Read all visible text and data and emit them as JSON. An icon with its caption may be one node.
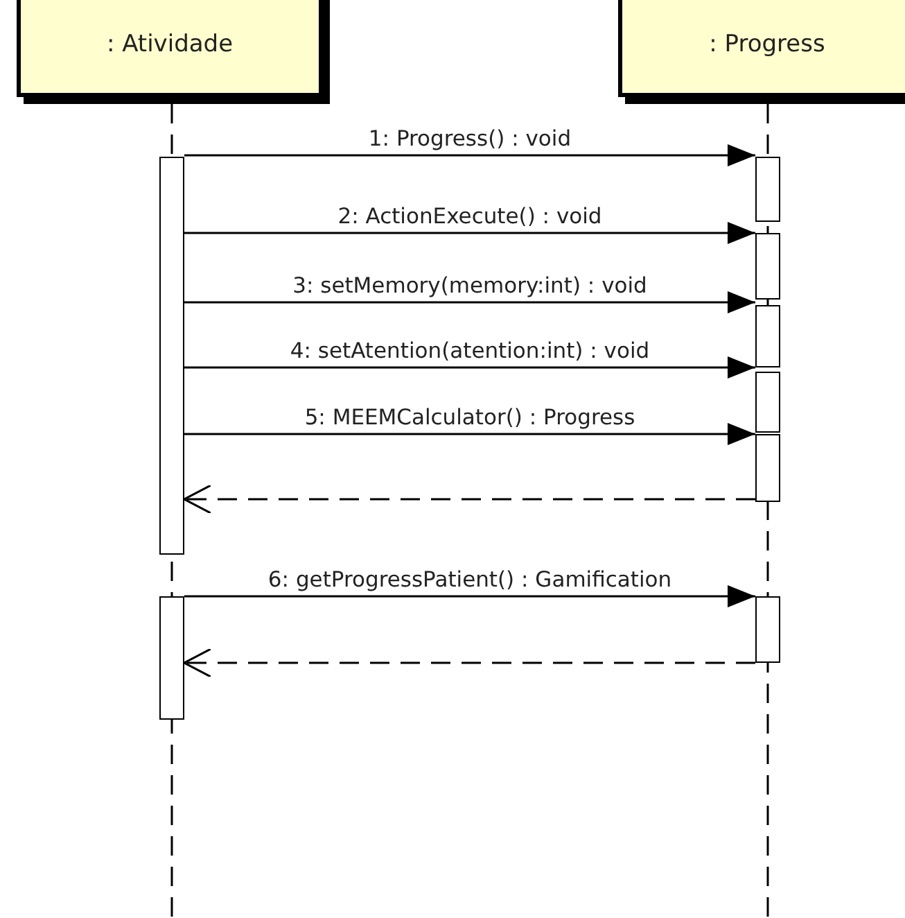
{
  "diagram": {
    "nodes": [
      {
        "text": [
          ": Atividade"
        ]
      },
      {
        "text": [
          ": Progress"
        ]
      },
      {
        "text": [],
        "shape": "bar"
      },
      {
        "text": [],
        "shape": "bar"
      },
      {
        "text": [],
        "shape": "bar"
      },
      {
        "text": [],
        "shape": "bar"
      },
      {
        "text": [],
        "shape": "bar"
      },
      {
        "text": [],
        "shape": "bar"
      },
      {
        "text": [],
        "shape": "bar"
      },
      {
        "text": [],
        "shape": "bar"
      }
    ],
    "edges": [
      {
        "from": 2,
        "to": 4,
        "arrow": "to",
        "label": "1: Progress() : void"
      },
      {
        "from": 2,
        "to": 5,
        "arrow": "to",
        "label": "2: ActionExecute() : void"
      },
      {
        "from": 2,
        "to": 6,
        "arrow": "to",
        "label": "3: setMemory(memory:int) : void"
      },
      {
        "from": 2,
        "to": 7,
        "arrow": "to",
        "label": "4: setAtention(atention:int) : void"
      },
      {
        "from": 2,
        "to": 8,
        "arrow": "to",
        "label": "5: MEEMCalculator() : Progress"
      },
      {
        "from": 8,
        "to": 2,
        "arrow": "to",
        "style": "dashed"
      },
      {
        "from": 3,
        "to": 9,
        "arrow": "to",
        "label": "6: getProgressPatient() : Gamification"
      },
      {
        "from": 9,
        "to": 3,
        "arrow": "to",
        "style": "dashed"
      }
    ]
  }
}
